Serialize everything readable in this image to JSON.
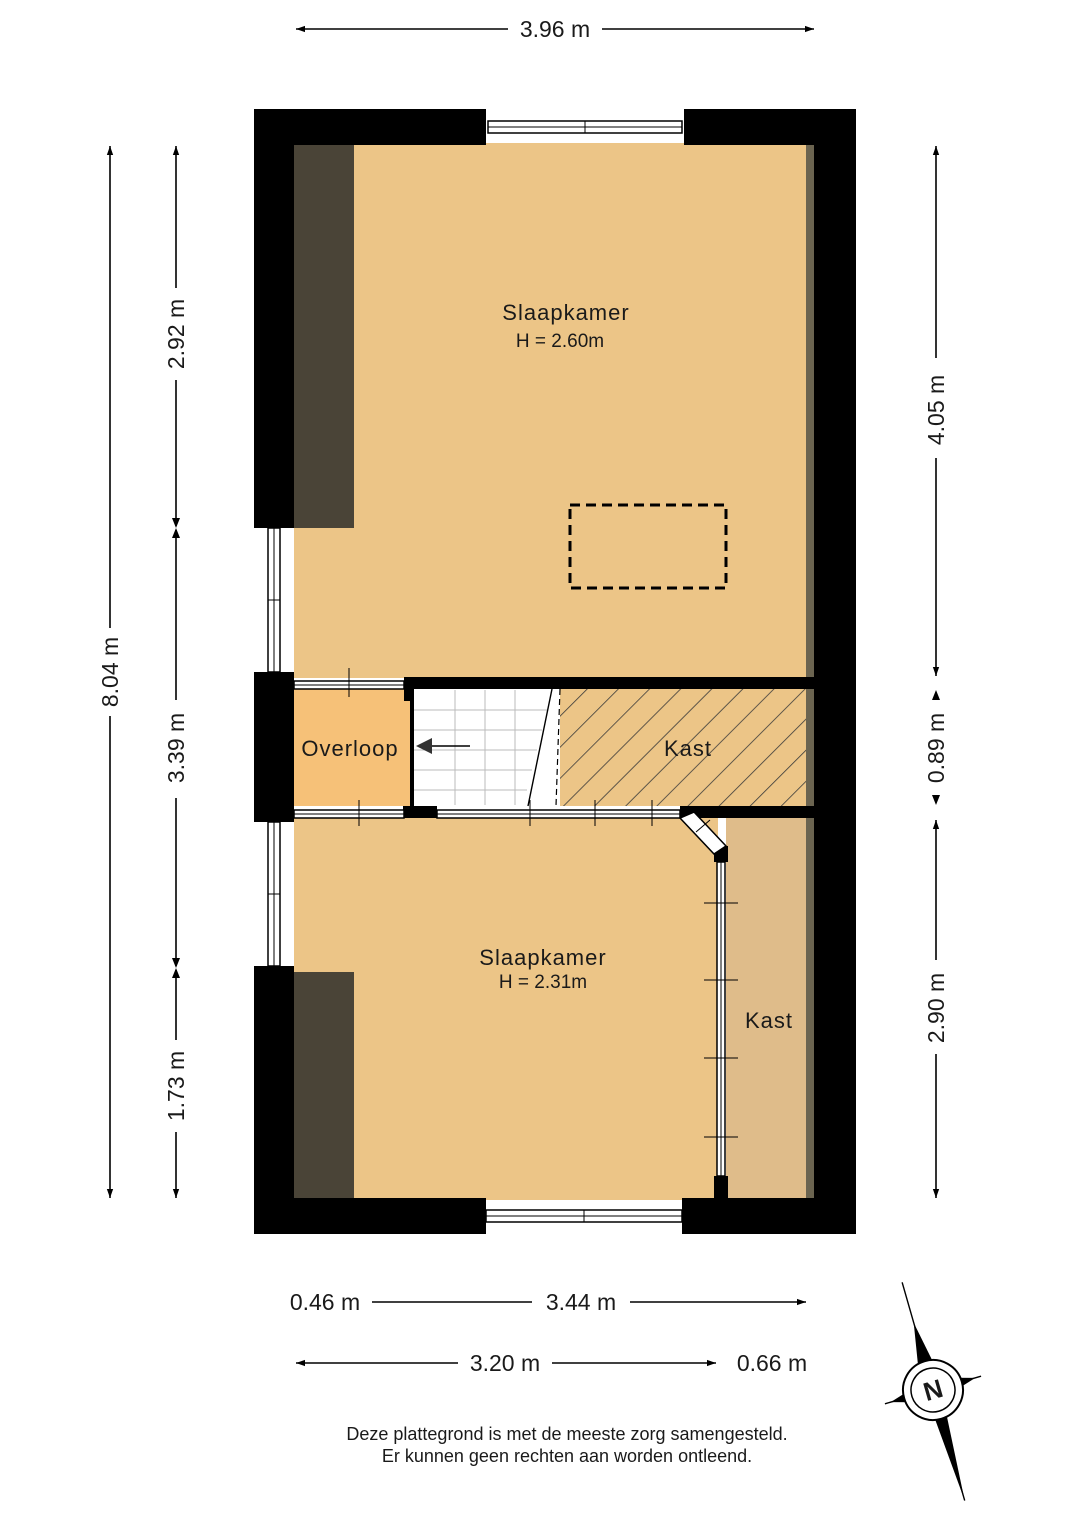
{
  "rooms": {
    "bedroom_top": {
      "name": "Slaapkamer",
      "height": "H = 2.60m"
    },
    "landing": {
      "name": "Overloop"
    },
    "closet_middle": {
      "name": "Kast"
    },
    "bedroom_bottom": {
      "name": "Slaapkamer",
      "height": "H = 2.31m"
    },
    "closet_side": {
      "name": "Kast"
    }
  },
  "dimensions": {
    "top_width": "3.96 m",
    "left_total": "8.04 m",
    "left_segments": [
      "2.92 m",
      "3.39 m",
      "1.73 m"
    ],
    "right_segments": [
      "4.05 m",
      "0.89 m",
      "2.90 m"
    ],
    "bottom_row1": [
      "0.46 m",
      "3.44 m"
    ],
    "bottom_row2": [
      "3.20 m",
      "0.66 m"
    ]
  },
  "compass": {
    "label": "N"
  },
  "disclaimer": [
    "Deze plattegrond is met de meeste zorg samengesteld.",
    "Er kunnen geen rechten aan worden ontleend."
  ],
  "colors": {
    "floor": "#ecc587",
    "landing": "#f6c178",
    "closet": "#dfbc8a",
    "sloped_ceiling": "#4a4437",
    "wall": "#000000"
  }
}
